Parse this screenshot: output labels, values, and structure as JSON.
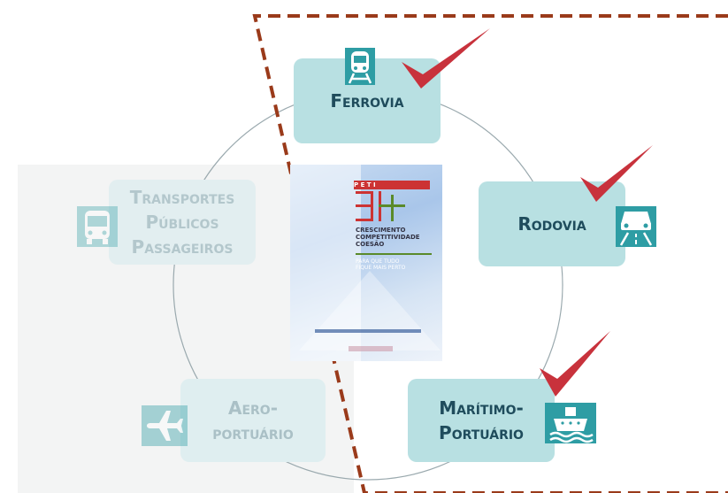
{
  "nodes": {
    "ferrovia": "Ferrovia",
    "rodovia": "Rodovia",
    "maritimo_line1": "Marítimo-",
    "maritimo_line2": "Portuário",
    "transportes_line1": "Transportes",
    "transportes_line2": "Públicos",
    "transportes_line3": "Passageiros",
    "aero_line1": "Aero-",
    "aero_line2": "portuário"
  },
  "document": {
    "brand": "P E T I",
    "line1": "CRESCIMENTO",
    "line2": "COMPETITIVIDADE",
    "line3": "COESÃO",
    "tagline1": "PARA QUE TUDO",
    "tagline2": "FIQUE MAIS PERTO"
  },
  "icons": {
    "ferrovia": "train-icon",
    "rodovia": "road-car-icon",
    "maritimo": "ship-icon",
    "transportes": "bus-icon",
    "aero": "airplane-icon",
    "check": "checkmark-icon"
  },
  "colors": {
    "node_active": "#b8e0e2",
    "node_dim": "#e2eef0",
    "text_active": "#1f4c5c",
    "text_dim": "#b3c7cc",
    "icon_teal": "#2e9da4",
    "check_red": "#c8323c",
    "dashed_border": "#9a3a1a"
  }
}
